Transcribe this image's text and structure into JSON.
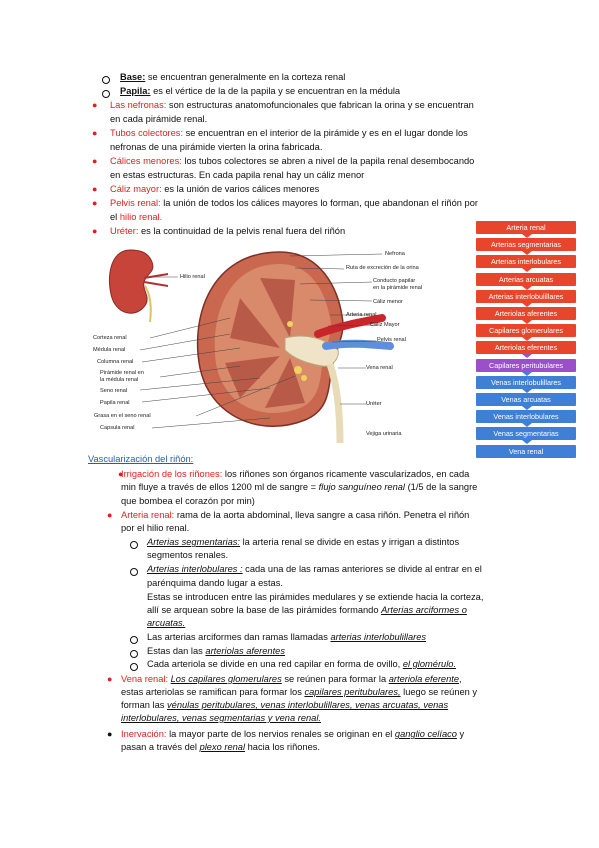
{
  "top_list": {
    "base_term": "Base:",
    "base_text": " se encuentran generalmente en la corteza renal",
    "papila_term": "Papila:",
    "papila_text": " es el vértice de la de la papila y se encuentran en la médula",
    "nefronas_term": "Las nefronas:",
    "nefronas_text1": " son estructuras anatomofuncionales que fabrican la orina y se encuentran",
    "nefronas_text2": "en cada pirámide renal.",
    "tubos_term": "Tubos colectores:",
    "tubos_text1": " se encuentran en el interior de la pirámide y es en el lugar donde los",
    "tubos_text2": "nefronas de una pirámide vierten la orina fabricada.",
    "calices_menores_term": "Cálices menores:",
    "calices_menores_text1": " los tubos colectores se abren a nivel de la papila renal desembocando",
    "calices_menores_text2": "en estas estructuras. En cada papila renal hay un cáliz menor",
    "caliz_mayor_term": "Cáliz mayor:",
    "caliz_mayor_text": " es la unión de varios cálices menores",
    "pelvis_term": "Pelvis renal:",
    "pelvis_text1": " la unión de todos los cálices mayores lo forman, que abandonan el riñón por",
    "pelvis_text2a": "el ",
    "pelvis_text2b": "hilio renal.",
    "ureter_term": "Uréter:",
    "ureter_text": " es la continuidad de la pelvis renal fuera del riñón"
  },
  "figure_labels": {
    "hilio_renal": "Hilio renal",
    "nefrona": "Nefrona",
    "ruta": "Ruta de excreción de la orina",
    "conducto1": "Conducto papilar",
    "conducto2": "en la pirámide renal",
    "caliz_menor": "Cáliz menor",
    "arteria_renal": "Arteria renal",
    "caliz_mayor": "Cáliz Mayor",
    "pelvis_renal": "Pelvis renal",
    "vena_renal": "Vena renal",
    "ureter": "Uréter",
    "vejiga": "Vejiga urinaria",
    "corteza": "Corteza renal",
    "medula": "Médula renal",
    "columna": "Columna renal",
    "piramide1": "Pirámide renal en",
    "piramide2": "la médula renal",
    "seno": "Seno renal",
    "papila": "Papila renal",
    "grasa": "Grasa en el seno renal",
    "capsula": "Capsula renal"
  },
  "flowchart": [
    {
      "label": "Arteria renal",
      "color": "red"
    },
    {
      "label": "Arterias segmentarias",
      "color": "red"
    },
    {
      "label": "Arterias interlobulares",
      "color": "red"
    },
    {
      "label": "Arterias arcuatas",
      "color": "red"
    },
    {
      "label": "Arterias interlobulillares",
      "color": "red"
    },
    {
      "label": "Arteriolas aferentes",
      "color": "red"
    },
    {
      "label": "Capilares glomerulares",
      "color": "red"
    },
    {
      "label": "Arteriolas eferentes",
      "color": "red"
    },
    {
      "label": "Capilares peritubulares",
      "color": "purple"
    },
    {
      "label": "Venas interlobulillares",
      "color": "blue"
    },
    {
      "label": "Venas arcuatas",
      "color": "blue"
    },
    {
      "label": "Venas interlobulares",
      "color": "blue"
    },
    {
      "label": "Venas segmentarias",
      "color": "blue"
    },
    {
      "label": "Vena renal",
      "color": "blue"
    }
  ],
  "vasc": {
    "heading": "Vascularización del riñón:",
    "irrig_term": "Irrigación de los riñones:",
    "irrig_text1": " los riñones son órganos ricamente vascularizados, en cada",
    "irrig_text2a": "min fluye a través de ellos 1200 ml de sangre = ",
    "irrig_text2b": "flujo sanguíneo renal",
    "irrig_text2c": " (1/5 de la sangre",
    "irrig_text3": "que bombea el corazón por min)",
    "arteria_term": "Arteria renal:",
    "arteria_text1": " rama de la aorta abdominal, lleva sangre a casa riñón. Penetra el riñón",
    "arteria_text2": "por el hilio renal.",
    "seg_term": "Arterias segmentarias:",
    "seg_text1": " la arteria renal se divide en estas y irrigan a distintos",
    "seg_text2": "segmentos renales.",
    "inter_term": "Arterias interlobulares :",
    "inter_text1": " cada una de las ramas anteriores se divide al entrar en el",
    "inter_text2": "parénquima dando lugar a estas.",
    "inter_text3": "Estas se introducen entre las pirámides medulares y se extiende hacia la corteza,",
    "inter_text4a": "allí se arquean sobre la base de las pirámides formando ",
    "inter_text4b": "Arterias arciformes o",
    "inter_text5": "arcuatas.",
    "arci_text": "Las arterias arciformes dan ramas llamadas ",
    "arci_term": "arterias interlobulillares",
    "estas_text": "Estas dan las ",
    "estas_term": "arteriolas aferentes",
    "cada_text": "Cada arteriola se divide en una red capilar en forma de ovillo, ",
    "cada_term": "el glomérulo.",
    "vena_term": "Vena renal:",
    "vena_l1a": " ",
    "vena_l1b": "Los capilares glomerulares",
    "vena_l1c": " se reúnen para formar la ",
    "vena_l1d": "arteriola eferente",
    "vena_l1e": ",",
    "vena_l2a": "estas arteriolas se ramifican para formar los ",
    "vena_l2b": "capilares peritubulares,",
    "vena_l2c": " luego se reúnen y",
    "vena_l3a": "forman las ",
    "vena_l3b": "vénulas peritubulares, venas interlobulillares, venas arcuatas, venas",
    "vena_l4": "interlobulares, venas segmentarias y vena renal.",
    "inerv_term": "Inervación:",
    "inerv_l1a": " la mayor parte de los nervios renales se originan en el ",
    "inerv_l1b": "ganglio celíaco",
    "inerv_l1c": " y",
    "inerv_l2a": "pasan a través del ",
    "inerv_l2b": "plexo renal",
    "inerv_l2c": " hacia los riñones."
  }
}
